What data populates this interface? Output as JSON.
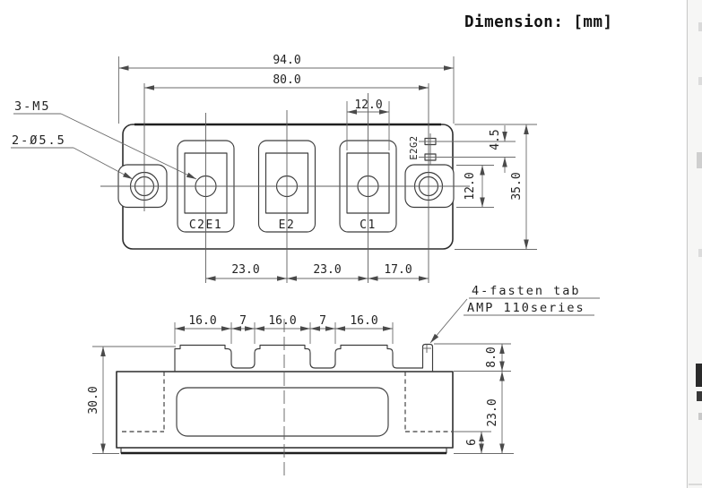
{
  "page": {
    "units_note": "Dimension: [mm]"
  },
  "top_view": {
    "callouts": {
      "screw_holes": "3-M5",
      "mount_holes": "2-Ø5.5"
    },
    "terminals": {
      "left": "C2E1",
      "middle": "E2",
      "right": "C1",
      "gate": "E2G2"
    },
    "dims": {
      "overall_width": "94.0",
      "mount_hole_pitch": "80.0",
      "pad_width": "12.0",
      "gate_pin_pitch": "4.5",
      "flange_slot_height": "12.0",
      "overall_depth": "35.0",
      "pitch_c2e1_e2": "23.0",
      "pitch_e2_c1": "23.0",
      "pitch_c1_mount": "17.0"
    }
  },
  "side_view": {
    "dims": {
      "pad1_width": "16.0",
      "gap1": "7",
      "pad2_width": "16.0",
      "gap2": "7",
      "pad3_width": "16.0",
      "overall_height": "30.0",
      "tab_height": "8.0",
      "case_height": "23.0",
      "base_height": "6"
    },
    "callout": {
      "line1": "4-fasten tab",
      "line2": "AMP 110series"
    }
  }
}
